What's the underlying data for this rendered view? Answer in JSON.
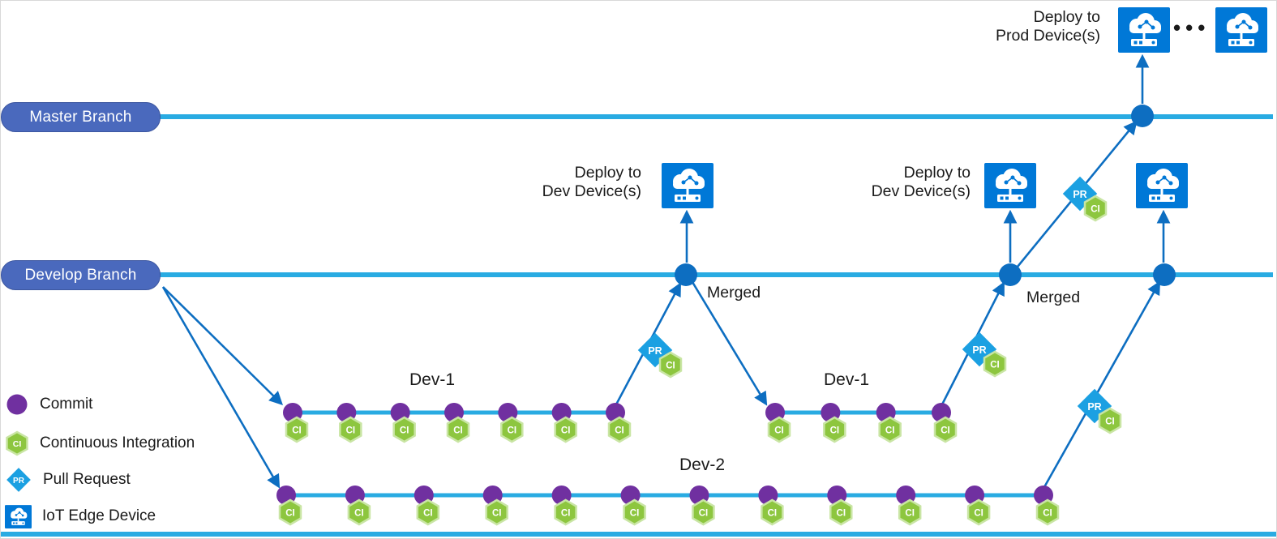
{
  "branches": {
    "master": {
      "label": "Master Branch"
    },
    "develop": {
      "label": "Develop Branch"
    },
    "dev1_segments": [
      {
        "label": "Dev-1",
        "commits": 7
      },
      {
        "label": "Dev-1",
        "commits": 4
      }
    ],
    "dev2": {
      "label": "Dev-2",
      "commits": 12
    }
  },
  "labels": {
    "deploy_to": "Deploy to",
    "prod_devices": "Prod Device(s)",
    "dev_devices": "Dev Device(s)",
    "merged": "Merged",
    "ellipsis": "•••"
  },
  "badges": {
    "ci": "CI",
    "pr": "PR"
  },
  "legend": [
    {
      "icon": "commit-icon",
      "label": "Commit"
    },
    {
      "icon": "continuous-integration-icon",
      "label": "Continuous Integration"
    },
    {
      "icon": "pull-request-icon",
      "label": "Pull Request"
    },
    {
      "icon": "iot-edge-device-icon",
      "label": "IoT Edge Device"
    }
  ],
  "colors": {
    "branch_line": "#29ABE2",
    "branch_pill": "#4A69BD",
    "branch_pill_border": "#3D57A0",
    "commit": "#7030A0",
    "ci_fill": "#8DC63F",
    "ci_border": "#C9E5A4",
    "pr_fill": "#1BA0E2",
    "merge_node": "#0D6EC1",
    "arrow": "#0D6EC1",
    "device_bg": "#0078D7",
    "text": "#1A1A1A"
  }
}
